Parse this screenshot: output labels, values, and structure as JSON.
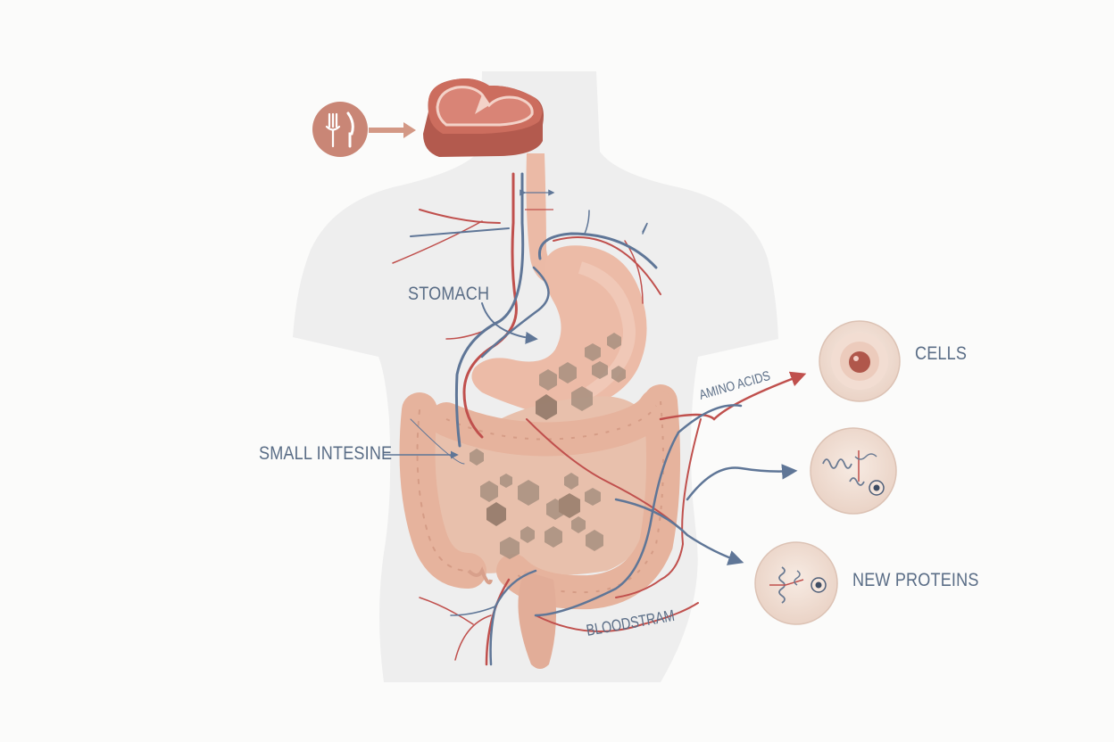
{
  "labels": {
    "stomach": "STOMACH",
    "small_intestine": "SMALL INTESINE",
    "amino_acids": "AMINO ACIDS",
    "bloodstream": "BLOODSTRAM",
    "cells": "CELLS",
    "new_proteins": "NEW PROTEINS"
  },
  "icons": {
    "utensils": "fork-and-knife-icon",
    "food": "steak-icon"
  },
  "colors": {
    "artery": "#c0504d",
    "vein": "#5f7697",
    "organ": "#e7b5a0",
    "body": "#eeeeee",
    "particle": "#a0826d",
    "label": "#5a6d86",
    "icon_badge": "#c98676"
  }
}
